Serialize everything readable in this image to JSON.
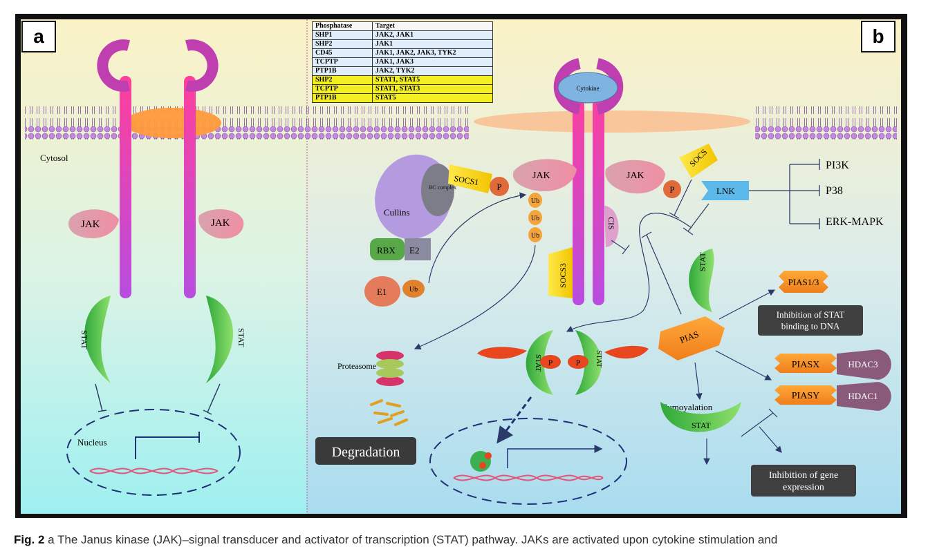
{
  "panels": {
    "a": "a",
    "b": "b"
  },
  "table": {
    "headers": [
      "Phosphatase",
      "Target"
    ],
    "rows": [
      {
        "phosphatase": "SHP1",
        "target": "JAK2, JAK1",
        "group": "blue"
      },
      {
        "phosphatase": "SHP2",
        "target": "JAK1",
        "group": "blue"
      },
      {
        "phosphatase": "CD45",
        "target": "JAK1, JAK2, JAK3, TYK2",
        "group": "blue"
      },
      {
        "phosphatase": "TCPTP",
        "target": "JAK1, JAK3",
        "group": "blue"
      },
      {
        "phosphatase": "PTP1B",
        "target": "JAK2, TYK2",
        "group": "blue"
      },
      {
        "phosphatase": "SHP2",
        "target": "STAT1, STAT5",
        "group": "yellow"
      },
      {
        "phosphatase": "TCPTP",
        "target": "STAT1, STAT3",
        "group": "yellow"
      },
      {
        "phosphatase": "PTP1B",
        "target": "STAT5",
        "group": "yellow"
      }
    ]
  },
  "labels": {
    "cytosol": "Cytosol",
    "jak": "JAK",
    "stat": "STAT",
    "nucleus": "Nucleus",
    "cytokine": "Cytokine",
    "socs1": "SOCS1",
    "socs": "SOCS",
    "socs3": "SOCS3",
    "cis": "CIS",
    "bc_complex": "BC complex",
    "cullins": "Cullins",
    "rbx": "RBX",
    "e2": "E2",
    "e1": "E1",
    "ub": "Ub",
    "p": "P",
    "lnk": "LNK",
    "pi3k": "PI3K",
    "p38": "P38",
    "erk_mapk": "ERK-MAPK",
    "pias": "PIAS",
    "pias13": "PIAS1/3",
    "inhibition_stat_dna": "Inhibition of STAT binding to DNA",
    "piasx": "PIASX",
    "piasy": "PIASY",
    "hdac3": "HDAC3",
    "hdac1": "HDAC1",
    "sumoylation": "Sumoyalation",
    "proteasome": "Proteasome",
    "degradation": "Degradation",
    "inhibition_gene": "Inhibition of gene expression"
  },
  "caption": {
    "prefix": "Fig. 2",
    "text": " a The Janus kinase (JAK)–signal transducer and activator of transcription (STAT) pathway. JAKs are activated upon cytokine stimulation and"
  }
}
